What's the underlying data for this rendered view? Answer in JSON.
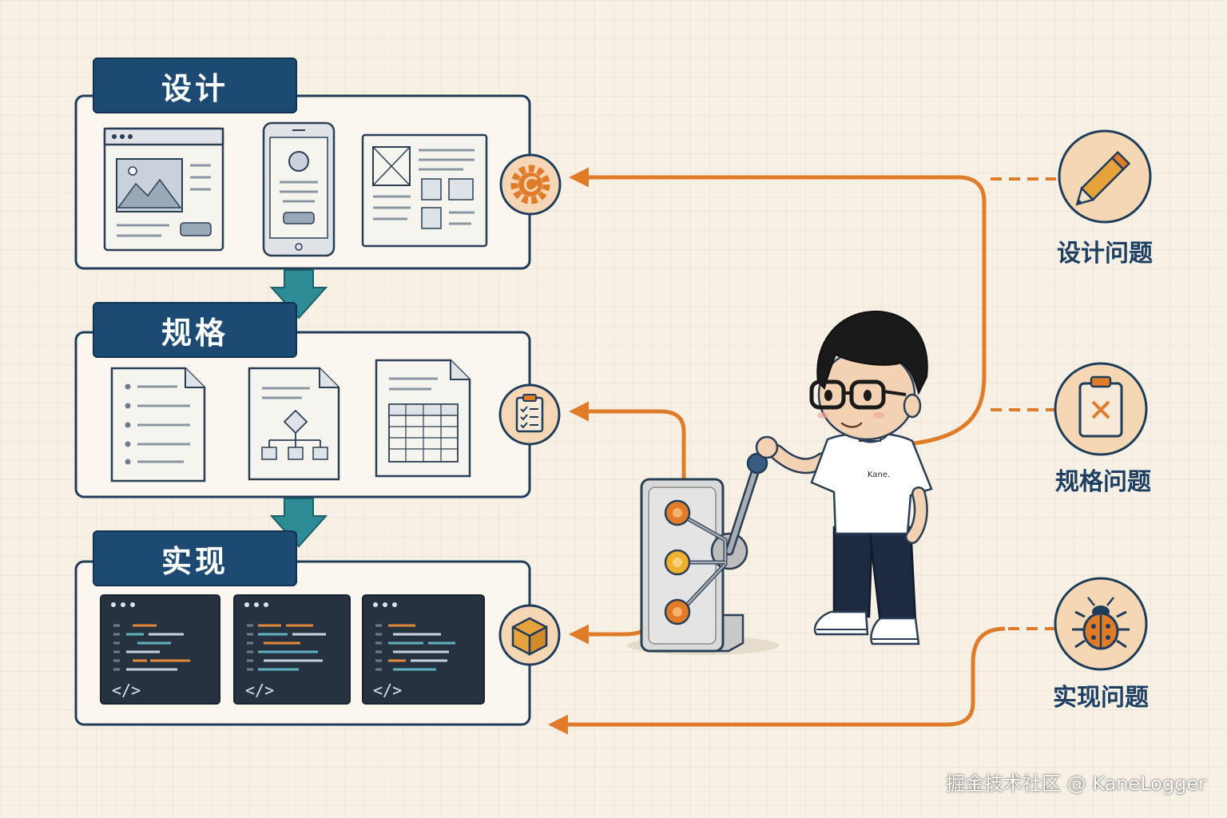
{
  "phases": [
    {
      "id": "design",
      "label": "设计"
    },
    {
      "id": "spec",
      "label": "规格"
    },
    {
      "id": "implementation",
      "label": "实现"
    }
  ],
  "issues": [
    {
      "id": "design-issue",
      "label": "设计问题",
      "icon": "pencil-icon"
    },
    {
      "id": "spec-issue",
      "label": "规格问题",
      "icon": "clipboard-x-icon"
    },
    {
      "id": "implementation-issue",
      "label": "实现问题",
      "icon": "bug-icon"
    }
  ],
  "character": {
    "shirt_text": "Kane."
  },
  "watermark": "掘金技术社区 @ KaneLogger",
  "colors": {
    "navy": "#1c4a73",
    "orange": "#e07b2a",
    "teal_arrow": "#2e8c97",
    "background": "#f7f0e4"
  }
}
